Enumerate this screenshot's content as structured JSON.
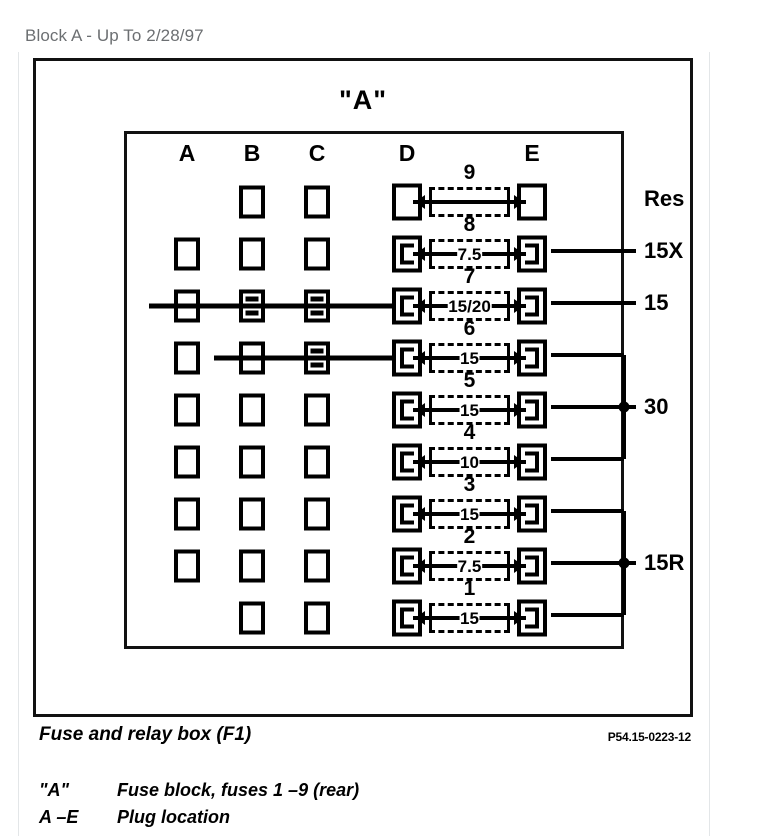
{
  "page": {
    "heading": "Block A - Up To 2/28/97"
  },
  "figure": {
    "block_title": "\"A\"",
    "caption": "Fuse and relay box (F1)",
    "part_number": "P54.15-0223-12",
    "plug_columns": [
      "A",
      "B",
      "C",
      "D",
      "E"
    ],
    "rows": [
      {
        "number": "9",
        "amp": "",
        "rail": "Res",
        "type": "relay",
        "bracket": "none",
        "plugs": {
          "A": "none",
          "B": "empty",
          "C": "empty"
        }
      },
      {
        "number": "8",
        "amp": "7.5",
        "rail": "15X",
        "type": "fuse",
        "bracket": "none",
        "plugs": {
          "A": "empty",
          "B": "empty",
          "C": "empty"
        }
      },
      {
        "number": "7",
        "amp": "15/20",
        "rail": "15",
        "type": "fuse",
        "bracket": "none",
        "plugs": {
          "A": "bussed",
          "B": "contact",
          "C": "contact"
        }
      },
      {
        "number": "6",
        "amp": "15",
        "rail": "",
        "type": "fuse",
        "bracket": "30",
        "plugs": {
          "A": "empty",
          "B": "bussed",
          "C": "contact"
        }
      },
      {
        "number": "5",
        "amp": "15",
        "rail": "30",
        "type": "fuse",
        "bracket": "30",
        "plugs": {
          "A": "empty",
          "B": "empty",
          "C": "empty"
        }
      },
      {
        "number": "4",
        "amp": "10",
        "rail": "",
        "type": "fuse",
        "bracket": "30",
        "plugs": {
          "A": "empty",
          "B": "empty",
          "C": "empty"
        }
      },
      {
        "number": "3",
        "amp": "15",
        "rail": "",
        "type": "fuse",
        "bracket": "15R",
        "plugs": {
          "A": "empty",
          "B": "empty",
          "C": "empty"
        }
      },
      {
        "number": "2",
        "amp": "7.5",
        "rail": "15R",
        "type": "fuse",
        "bracket": "15R",
        "plugs": {
          "A": "empty",
          "B": "empty",
          "C": "empty"
        }
      },
      {
        "number": "1",
        "amp": "15",
        "rail": "",
        "type": "fuse",
        "bracket": "15R",
        "plugs": {
          "A": "none",
          "B": "empty",
          "C": "empty"
        }
      }
    ],
    "legend": [
      {
        "key": "\"A\"",
        "text": "Fuse block, fuses 1 –9 (rear)"
      },
      {
        "key": "A –E",
        "text": "Plug location"
      }
    ]
  },
  "colors": {
    "ink": "#000000",
    "heading_text": "#6c6f72",
    "page_background": "#ffffff",
    "card_border": "#e3e6e8"
  }
}
